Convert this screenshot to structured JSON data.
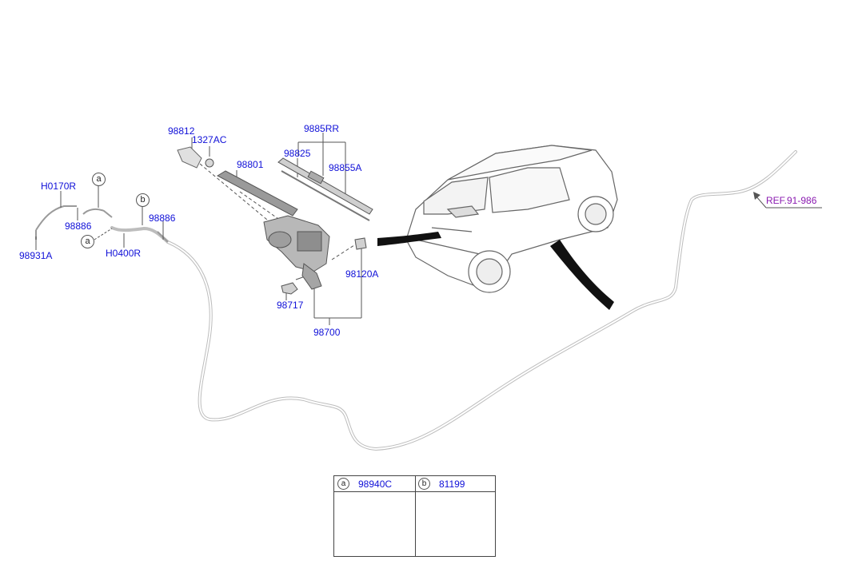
{
  "labels": {
    "p98812": "98812",
    "p1327AC": "1327AC",
    "p98801": "98801",
    "p9885RR": "9885RR",
    "p98825": "98825",
    "p98855A": "98855A",
    "pH0170R": "H0170R",
    "p98886a": "98886",
    "p98886b": "98886",
    "p98931A": "98931A",
    "pH0400R": "H0400R",
    "p98120A": "98120A",
    "p98717": "98717",
    "p98700": "98700",
    "ref": "REF.91-986"
  },
  "callouts": {
    "a1": "a",
    "a2": "a",
    "b1": "b"
  },
  "legend": {
    "cells": [
      {
        "circle": "a",
        "part": "98940C"
      },
      {
        "circle": "b",
        "part": "81199"
      }
    ]
  },
  "colors": {
    "label": "#1010d8",
    "ref": "#8a1ab0",
    "line": "#555555"
  }
}
